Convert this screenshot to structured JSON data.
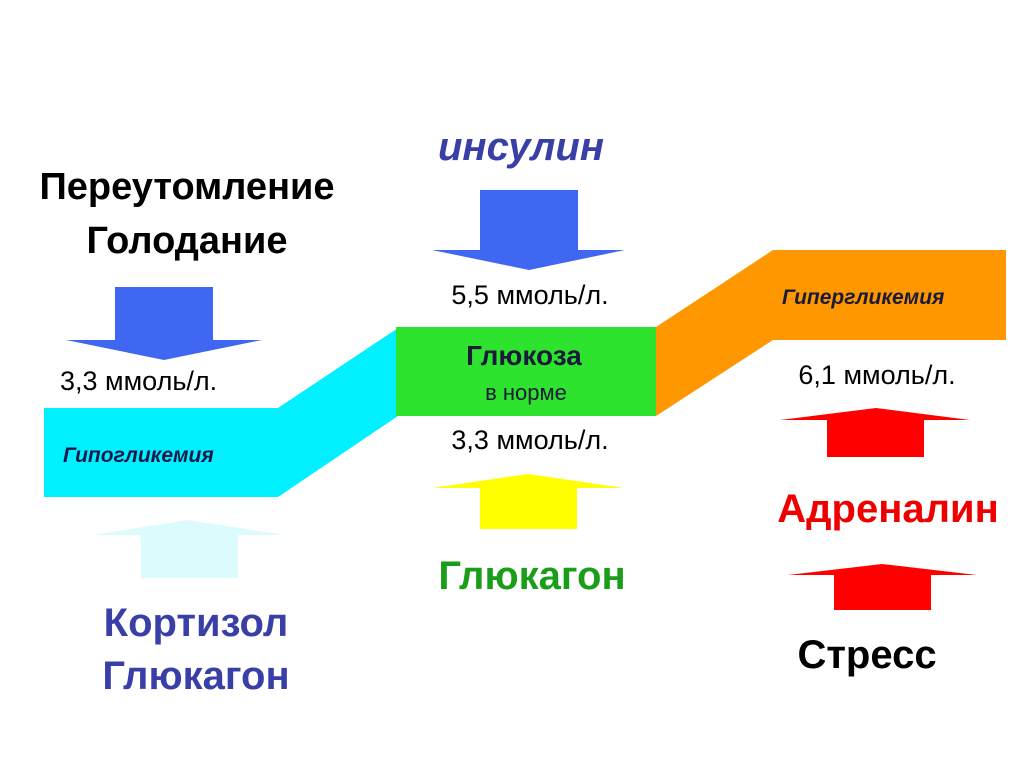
{
  "stress_factors": {
    "line1": "Переутомление",
    "line2": "Голодание"
  },
  "hypo": {
    "threshold": "3,3 ммоль/л.",
    "band_label": "Гипогликемия",
    "hormone_line1": "Кортизол",
    "hormone_line2": "Глюкагон"
  },
  "normal": {
    "top_hormone": "инсулин",
    "upper_threshold": "5,5 ммоль/л.",
    "box_title": "Глюкоза",
    "box_subtitle": "в норме",
    "lower_threshold": "3,3 ммоль/л.",
    "bottom_hormone": "Глюкагон"
  },
  "hyper": {
    "band_label": "Гипергликемия",
    "threshold": "6,1 ммоль/л.",
    "hormone": "Адреналин",
    "cause": "Стресс"
  },
  "colors": {
    "hypo_band": "#00f0ff",
    "normal_box": "#2de32d",
    "hyper_band": "#ff9800",
    "blue_arrow": "#3f67f2",
    "light_arrow": "#dcfbfd",
    "yellow_arrow": "#ffff00",
    "red_arrow": "#ff0000",
    "hormone_blue": "#3a3fa8",
    "green_text": "#1a9e1a",
    "red_text": "#ee0000"
  }
}
